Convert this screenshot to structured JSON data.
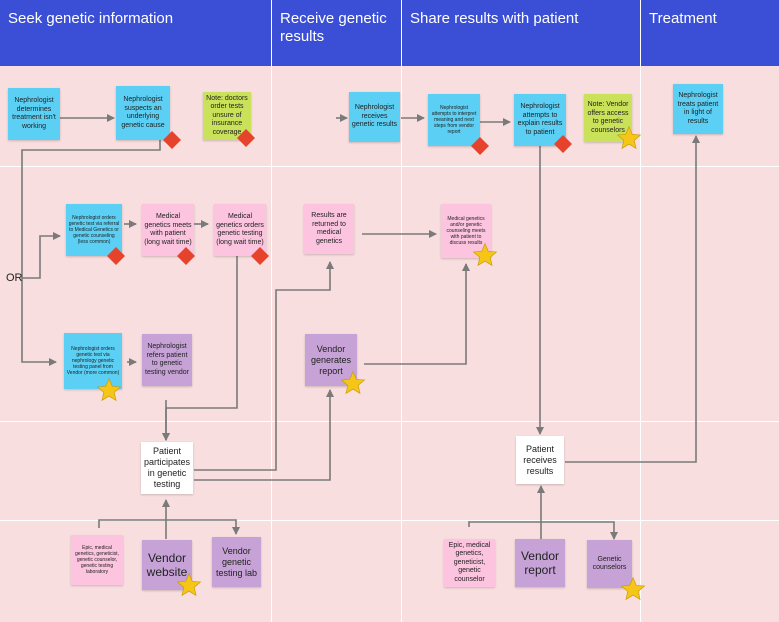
{
  "lanes": [
    {
      "title": "Seek genetic information"
    },
    {
      "title": "Receive genetic results"
    },
    {
      "title": "Share results with patient"
    },
    {
      "title": "Treatment"
    }
  ],
  "or_label": "OR",
  "notes": {
    "n1": "Nephrologist determines treatment isn't working",
    "n2": "Nephrologist suspects an underlying genetic cause",
    "n3": "Note: doctors order tests unsure of insurance coverage",
    "n4": "Nephrologist orders genetic test via referral to Medical Genetics or genetic counseling (less common)",
    "n5": "Medical genetics meets with patient (long wait time)",
    "n6": "Medical genetics orders genetic testing (long wait time)",
    "n7": "Nephrologist orders genetic test via nephrology genetic testing panel from Vendor (more common)",
    "n8": "Nephrologist refers patient to genetic testing vendor",
    "n9": "Patient participates in genetic testing",
    "n10": "Epic, medical genetics, geneticist, genetic counselor, genetic testing laboratory",
    "n11": "Vendor website",
    "n12": "Vendor genetic testing lab",
    "n13": "Results are returned to medical genetics",
    "n14": "Vendor generates report",
    "n15": "Nephrologist receives genetic results",
    "n16": "Nephrologist attempts to interpret meaning and next steps from vendor report",
    "n17": "Nephrologist attempts to explain results to patient",
    "n18": "Note: Vendor offers access to genetic counselors",
    "n19": "Medical genetics and/or genetic counseling meets with patient to discuss results",
    "n20": "Patient receives results",
    "n21": "Epic, medical genetics, geneticist, genetic counselor",
    "n22": "Vendor report",
    "n23": "Genetic counselors",
    "n24": "Nephrologist treats patient in light of results"
  },
  "colors": {
    "lane_header": "#3a4fd6",
    "board": "#f8dede",
    "blue_note": "#5bd0f4",
    "pink_note": "#fcc4df",
    "purple_note": "#c6a2d6",
    "green_note": "#c9e25a",
    "pain_point": "#e5432b",
    "opportunity": "#f5c518",
    "connector": "#7a7a7a"
  }
}
